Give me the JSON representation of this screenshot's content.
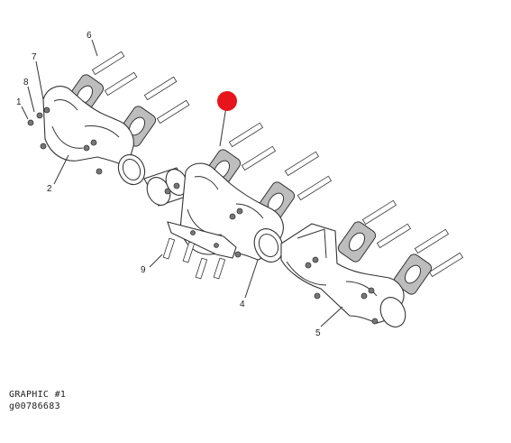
{
  "caption": {
    "line1": "GRAPHIC #1",
    "line2": "g00786683"
  },
  "callouts": [
    {
      "id": "1",
      "label": "1"
    },
    {
      "id": "2",
      "label": "2"
    },
    {
      "id": "4",
      "label": "4"
    },
    {
      "id": "5",
      "label": "5"
    },
    {
      "id": "6",
      "label": "6"
    },
    {
      "id": "7",
      "label": "7"
    },
    {
      "id": "8",
      "label": "8"
    },
    {
      "id": "9",
      "label": "9"
    }
  ],
  "colors": {
    "marker": "#e8141b",
    "line": "#333333",
    "gasket": "#bdbdbd"
  }
}
